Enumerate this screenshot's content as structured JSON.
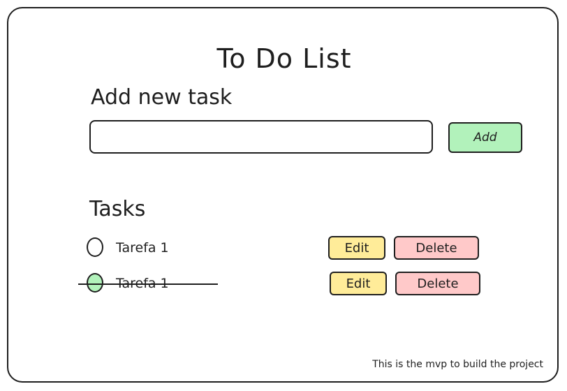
{
  "app": {
    "title": "To Do List"
  },
  "add_section": {
    "heading": "Add new task",
    "input_value": "",
    "add_label": "Add"
  },
  "tasks_section": {
    "heading": "Tasks",
    "items": [
      {
        "label": "Tarefa 1",
        "completed": false,
        "edit_label": "Edit",
        "delete_label": "Delete"
      },
      {
        "label": "Tarefa 1",
        "completed": true,
        "edit_label": "Edit",
        "delete_label": "Delete"
      }
    ]
  },
  "footer": {
    "note": "This is the mvp to build the project"
  },
  "colors": {
    "add_button": "#b2f2bb",
    "edit_button": "#ffec99",
    "delete_button": "#ffc9c9",
    "completed_check": "#b2f2bb",
    "stroke": "#1e1e1e"
  }
}
